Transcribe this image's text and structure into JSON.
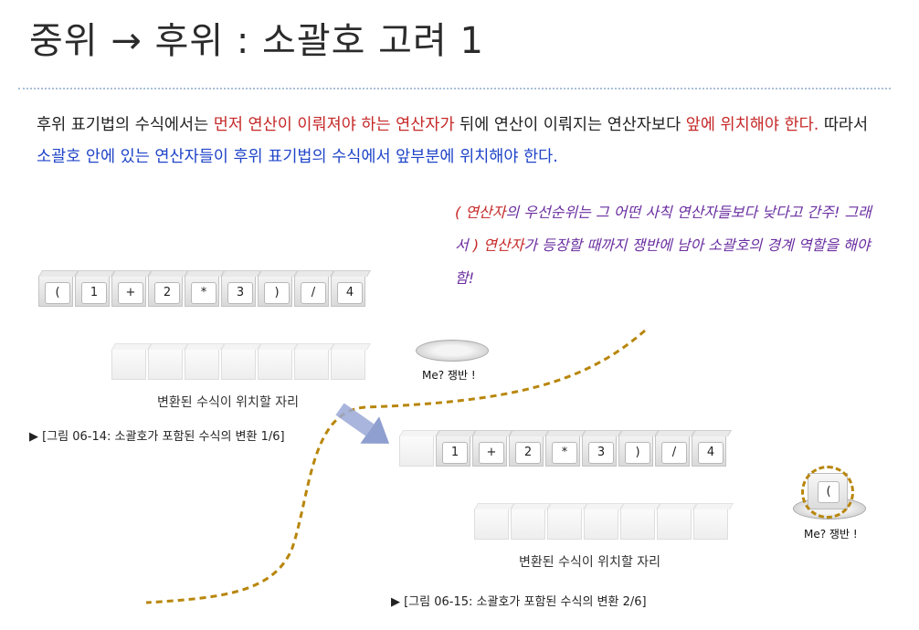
{
  "title": "중위 → 후위 : 소괄호 고려 1",
  "paragraph": {
    "s1": "후위 표기법의 수식에서는 ",
    "s2": "먼저 연산이 이뤄져야 하는 연산자가",
    "s3": " 뒤에 연산이 이뤄지는 연산자보다 ",
    "s4": "앞에 위치해야 한다.",
    "s5": " 따라서 ",
    "s6": "소괄호 안에 있는 연산자들이 후위 표기법의 수식에서 앞부분에 위치해야 한다."
  },
  "note": {
    "n1": "( 연산자",
    "n2": "의 우선순위는 그 어떤 사칙 연산자들보다 낮다고 간주! 그래서 ",
    "n3": ") 연산자",
    "n4": "가 등장할 때까지 쟁반에 남아 소괄호의 경계 역할을 해야 함!"
  },
  "figure1": {
    "tokens": [
      "(",
      "1",
      "+",
      "2",
      "*",
      "3",
      ")",
      "/",
      "4"
    ],
    "empty_slots": 7,
    "slot_caption": "변환된 수식이 위치할 자리",
    "plate_label": "Me? 쟁반 !",
    "caption": "▶ [그림 06-14: 소괄호가 포함된 수식의 변환 1/6]"
  },
  "figure2": {
    "tokens": [
      "",
      "1",
      "+",
      "2",
      "*",
      "3",
      ")",
      "/",
      "4"
    ],
    "empty_slots": 7,
    "slot_caption": "변환된 수식이 위치할 자리",
    "plate_token": "(",
    "plate_label": "Me? 쟁반 !",
    "caption": "▶ [그림 06-15: 소괄호가 포함된 수식의 변환 2/6]"
  },
  "colors": {
    "red": "#c62828",
    "blue": "#1f44c8",
    "note_purple": "#6a2ea0",
    "dashed_curve": "#b8860b",
    "arrow": "#8f9fcf"
  }
}
